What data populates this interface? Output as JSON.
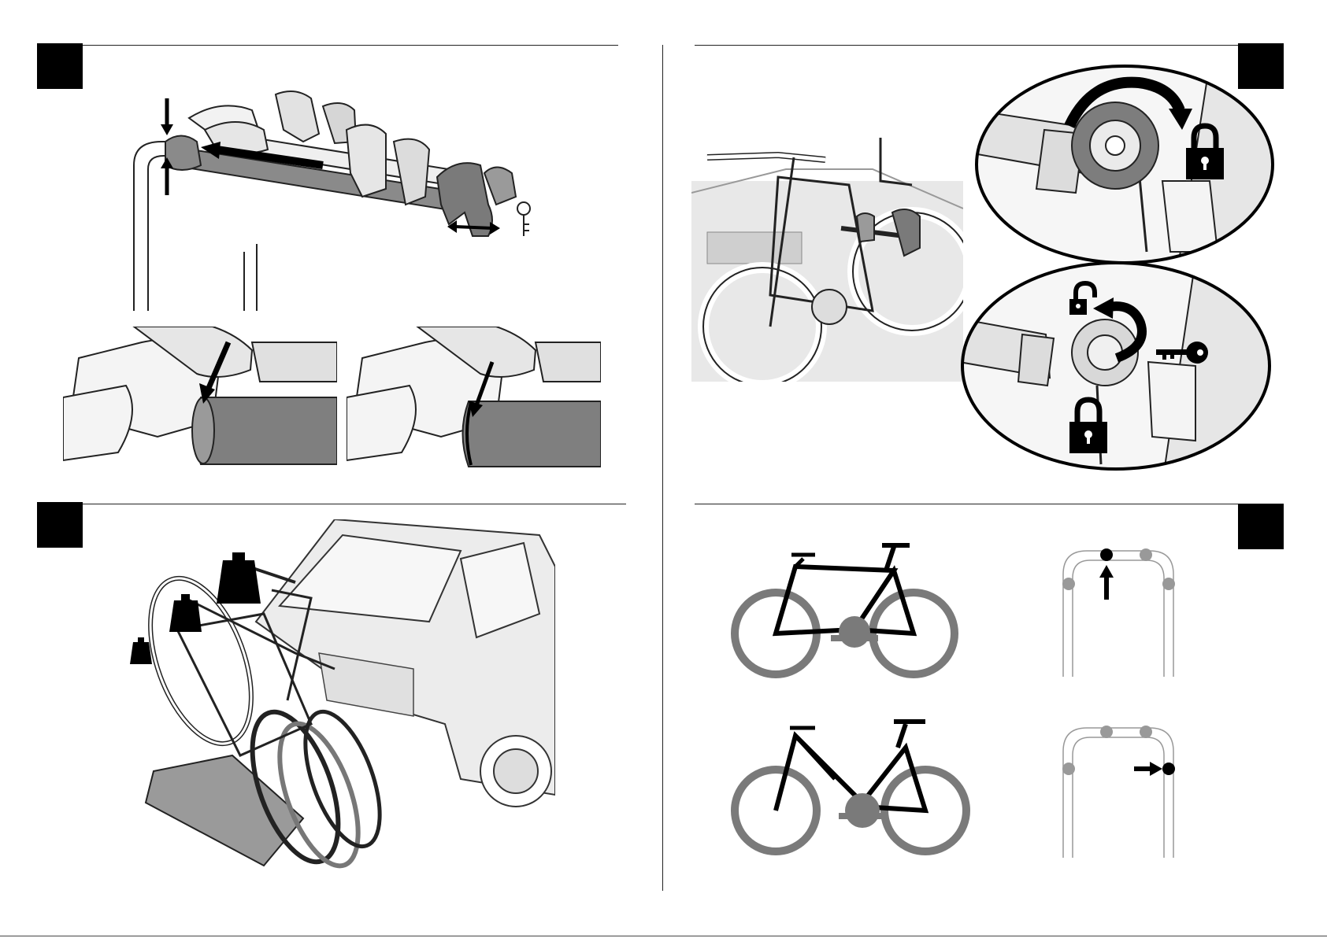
{
  "document": {
    "type": "bike carrier assembly instructions",
    "steps": [
      {
        "id": "step-top-left",
        "icon": "black-step-box"
      },
      {
        "id": "step-top-right",
        "icon": "black-step-box"
      },
      {
        "id": "step-bottom-left",
        "icon": "black-step-box"
      },
      {
        "id": "step-bottom-right",
        "icon": "black-step-box"
      }
    ],
    "icons": [
      "lock-icon",
      "unlock-icon",
      "key-icon",
      "weight-icon",
      "rotate-arrow-icon",
      "arrow-icon"
    ],
    "colors": {
      "ink": "#000000",
      "grey_fill": "#8a8a8a",
      "light_grey": "#d9d9d9",
      "marker_grey": "#9a9a9a"
    }
  }
}
